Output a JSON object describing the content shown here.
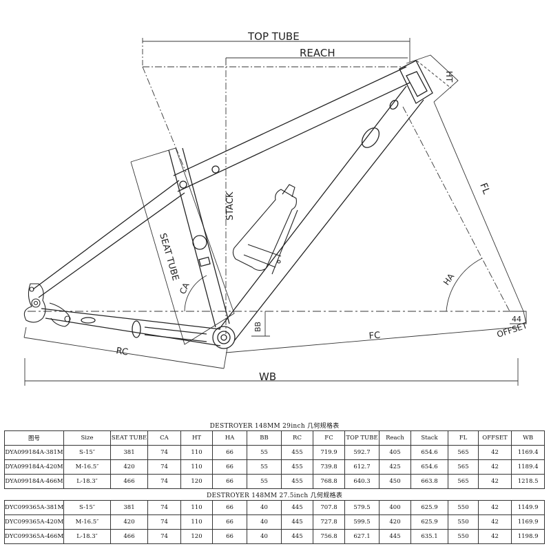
{
  "diagram": {
    "labels": {
      "top_tube": "TOP TUBE",
      "reach": "REACH",
      "ht": "HT",
      "stack": "STACK",
      "fl": "FL",
      "seat_tube": "SEAT TUBE",
      "ca": "CA",
      "ha": "HA",
      "bb": "BB",
      "fc": "FC",
      "rc": "RC",
      "wb": "WB",
      "offset": "OFFSET",
      "offset_value": "44"
    },
    "colors": {
      "line": "#222222",
      "background": "#ffffff"
    }
  },
  "tables": {
    "header": [
      "图号",
      "Size",
      "SEAT TUBE",
      "CA",
      "HT",
      "HA",
      "BB",
      "RC",
      "FC",
      "TOP TUBE",
      "Reach",
      "Stack",
      "FL",
      "OFFSET",
      "WB"
    ],
    "sections": [
      {
        "title": "DESTROYER 148MM 29inch 几何规格表",
        "rows": [
          [
            "DYA099184A-381M",
            "S-15″",
            "381",
            "74",
            "110",
            "66",
            "55",
            "455",
            "719.9",
            "592.7",
            "405",
            "654.6",
            "565",
            "42",
            "1169.4"
          ],
          [
            "DYA099184A-420M",
            "M-16.5″",
            "420",
            "74",
            "110",
            "66",
            "55",
            "455",
            "739.8",
            "612.7",
            "425",
            "654.6",
            "565",
            "42",
            "1189.4"
          ],
          [
            "DYA099184A-466M",
            "L-18.3″",
            "466",
            "74",
            "120",
            "66",
            "55",
            "455",
            "768.8",
            "640.3",
            "450",
            "663.8",
            "565",
            "42",
            "1218.5"
          ]
        ]
      },
      {
        "title": "DESTROYER 148MM 27.5inch 几何规格表",
        "rows": [
          [
            "DYC099365A-381M",
            "S-15″",
            "381",
            "74",
            "110",
            "66",
            "40",
            "445",
            "707.8",
            "579.5",
            "400",
            "625.9",
            "550",
            "42",
            "1149.9"
          ],
          [
            "DYC099365A-420M",
            "M-16.5″",
            "420",
            "74",
            "110",
            "66",
            "40",
            "445",
            "727.8",
            "599.5",
            "420",
            "625.9",
            "550",
            "42",
            "1169.9"
          ],
          [
            "DYC099365A-466M",
            "L-18.3″",
            "466",
            "74",
            "120",
            "66",
            "40",
            "445",
            "756.8",
            "627.1",
            "445",
            "635.1",
            "550",
            "42",
            "1198.9"
          ]
        ]
      }
    ]
  }
}
